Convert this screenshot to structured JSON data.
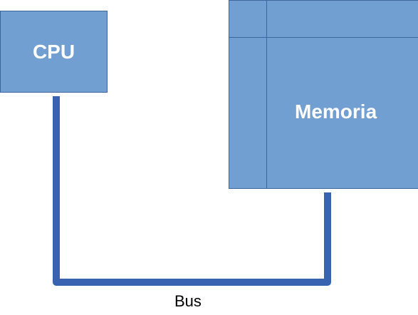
{
  "diagram": {
    "cpu_label": "CPU",
    "memory_label": "Memoria",
    "bus_label": "Bus"
  },
  "colors": {
    "box_fill": "#729fd2",
    "box_border": "#3f659e",
    "bus_line": "#3763b0"
  }
}
